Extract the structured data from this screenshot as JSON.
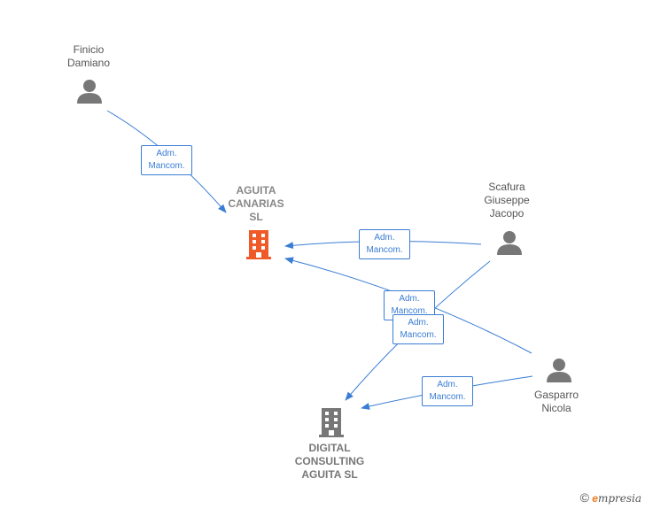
{
  "nodes": {
    "finicio": {
      "label_line1": "Finicio",
      "label_line2": "Damiano",
      "icon": "person-icon"
    },
    "scafura": {
      "label_line1": "Scafura",
      "label_line2": "Giuseppe",
      "label_line3": "Jacopo",
      "icon": "person-icon"
    },
    "gasparro": {
      "label_line1": "Gasparro",
      "label_line2": "Nicola",
      "icon": "person-icon"
    },
    "aguita": {
      "label_line1": "AGUITA",
      "label_line2": "CANARIAS",
      "label_line3": "SL",
      "icon": "building-icon",
      "color": "#f05a28"
    },
    "digital": {
      "label_line1": "DIGITAL",
      "label_line2": "CONSULTING",
      "label_line3": "AGUITA  SL",
      "icon": "building-icon",
      "color": "#777777"
    }
  },
  "edges": [
    {
      "line1": "Adm.",
      "line2": "Mancom."
    },
    {
      "line1": "Adm.",
      "line2": "Mancom."
    },
    {
      "line1": "Adm.",
      "line2": "Mancom."
    },
    {
      "line1": "Adm.",
      "line2": "Mancom."
    },
    {
      "line1": "Adm.",
      "line2": "Mancom."
    }
  ],
  "colors": {
    "edge": "#3a7dd4",
    "person": "#777777"
  },
  "watermark": {
    "symbol": "©",
    "brand_first": "e",
    "brand_rest": "mpresia"
  }
}
